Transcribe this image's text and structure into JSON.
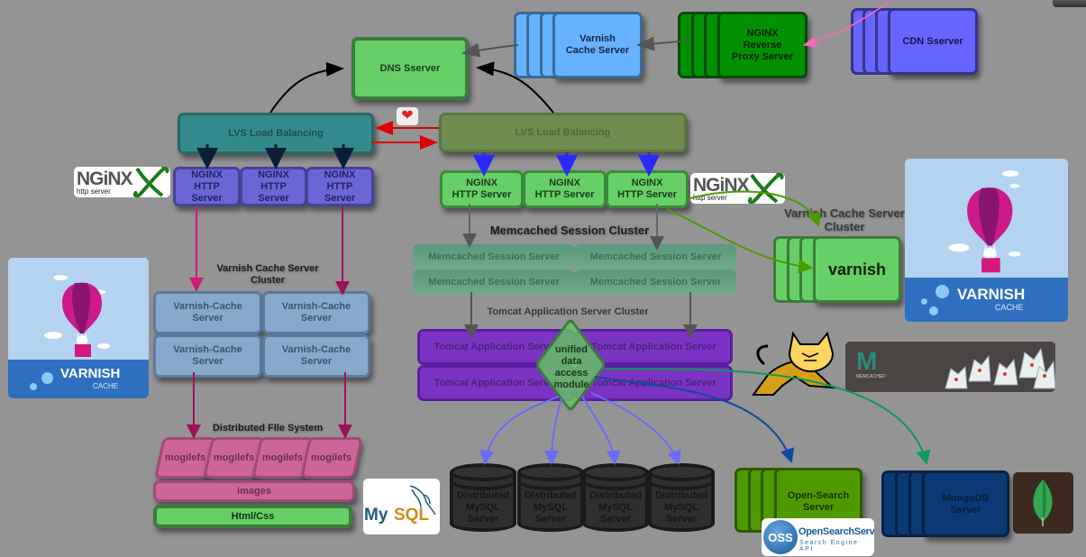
{
  "diagram_title": "Web architecture diagram",
  "top": {
    "dns": "DNS Sserver",
    "varnish_cache": "Varnish\nCache Server",
    "nginx_reverse": "NGINX\nReverse\nProxy Server",
    "cdn": "CDN Sserver"
  },
  "left": {
    "lvs": "LVS Load Balancing",
    "nginx_servers": [
      "NGINX\nHTTP\nServer",
      "NGINX\nHTTP\nServer",
      "NGINX\nHTTP\nServer"
    ],
    "varnish_cluster_title": "Varnish  Cache Server\nCluster",
    "varnish_servers": [
      "Varnish-Cache\nServer",
      "Varnish-Cache\nServer",
      "Varnish-Cache\nServer",
      "Varnish-Cache\nServer"
    ],
    "dfs_title": "Distributed FIle System",
    "mogilefs": [
      "mogilefs",
      "mogilefs",
      "mogilefs",
      "mogilefs"
    ],
    "images": "images",
    "htmlcss": "Html/Css"
  },
  "right": {
    "lvs": "LVS Load Balancing",
    "nginx_servers": [
      "NGINX\nHTTP Server",
      "NGINX\nHTTP Server",
      "NGINX\nHTTP Server"
    ],
    "memcached_title": "Memcached Session Cluster",
    "memcached_servers": [
      "Memcached Session Server",
      "Memcached Session Server",
      "Memcached Session Server",
      "Memcached Session Server"
    ],
    "tomcat_title": "Tomcat Application Server Cluster",
    "tomcat_servers": [
      "Tomcat Application Server",
      "Tomcat Application Server",
      "Tomcat Application Server",
      "Tomcat Application Server"
    ],
    "unified_module": "unified\ndata\naccess\nmodule",
    "mysql_servers": [
      "Distributed\nMySQL\nServer",
      "Distributed\nMySQL\nServer",
      "Distributed\nMySQL\nServer",
      "Distributed\nMySQL\nServer"
    ],
    "varnish_cluster_title": "Varnish  Cache Server\nCluster",
    "varnish_box": "varnish",
    "opensearch": "Open-Search\nServer",
    "mongodb": "MongoDB\nServer"
  },
  "logos": {
    "nginx": {
      "main": "NGiNX",
      "sub": "http server"
    },
    "varnish": {
      "main": "VARNISH",
      "sub": "CACHE"
    },
    "mysql": {
      "my": "My",
      "sql": "SQL"
    },
    "memcached": {
      "letter": "M",
      "sub": "MEMCACHED"
    },
    "oss": {
      "badge": "OSS",
      "main": "OpenSearchServer",
      "sub": "Search Engine API"
    }
  },
  "colors": {
    "background": "#949494",
    "dns_green": "#66d066",
    "varnish_blue": "#66b2ff",
    "nginx_green": "#009000",
    "cdn_purple": "#6666ff",
    "lvs_teal": "#338a8a",
    "lvs_olive": "#6e8c50",
    "nginx_purple": "#6a66d6",
    "varnish_cluster_blue": "#88a8cc",
    "mogilefs_pink": "#cc6699",
    "tomcat_purple": "#7b33c4",
    "mysql_dark": "#2f2f2f",
    "opensearch_green": "#4f9a00",
    "mongodb_navy": "#0b3a74"
  }
}
